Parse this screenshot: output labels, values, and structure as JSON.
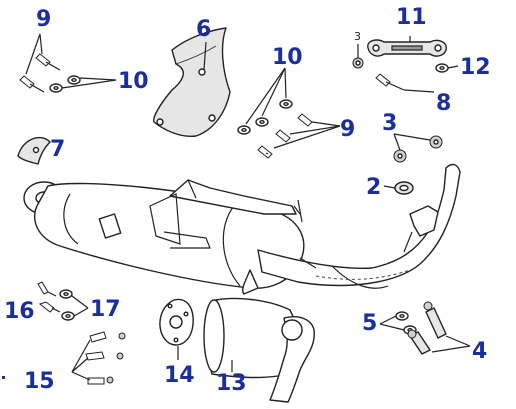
{
  "accent_color": "#1a2e9e",
  "callouts": {
    "p1": "9",
    "p2": "10",
    "p3": "6",
    "p4": "10",
    "p5": "9",
    "p6": "7",
    "p7": "11",
    "p8": "3",
    "p9": "12",
    "p10": "8",
    "p11": "3",
    "p12": "2",
    "p13": "16",
    "p14": "17",
    "p15": "15",
    "p16": "14",
    "p17": "13",
    "p18": "5",
    "p19": "4"
  }
}
